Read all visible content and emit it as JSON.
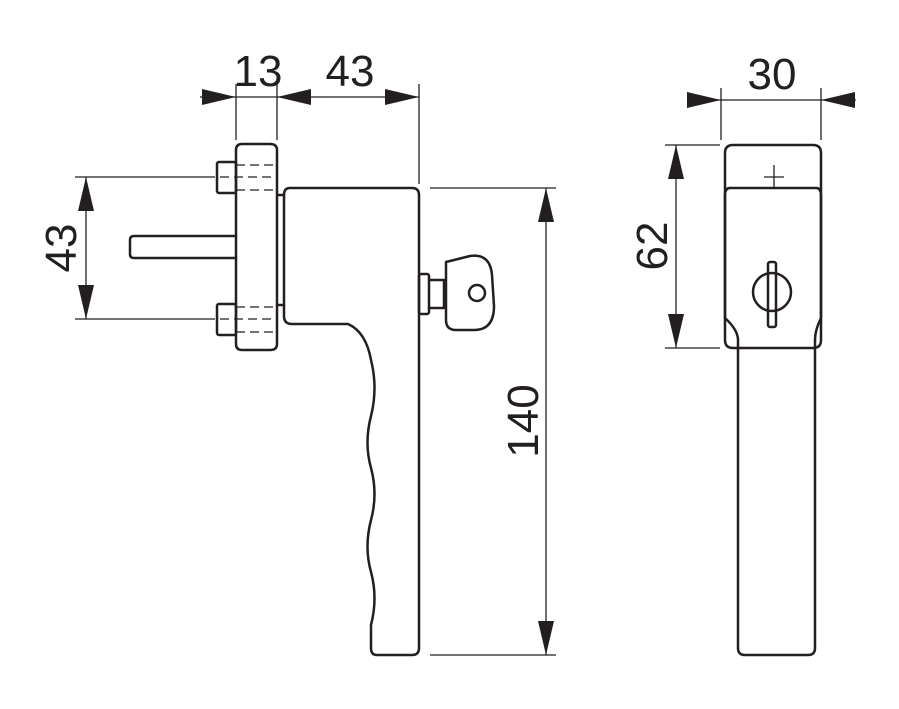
{
  "dimensions": {
    "rose_thickness": "13",
    "handle_offset": "43",
    "screw_spacing": "43",
    "handle_length": "140",
    "handle_width": "30",
    "rose_height": "62"
  }
}
